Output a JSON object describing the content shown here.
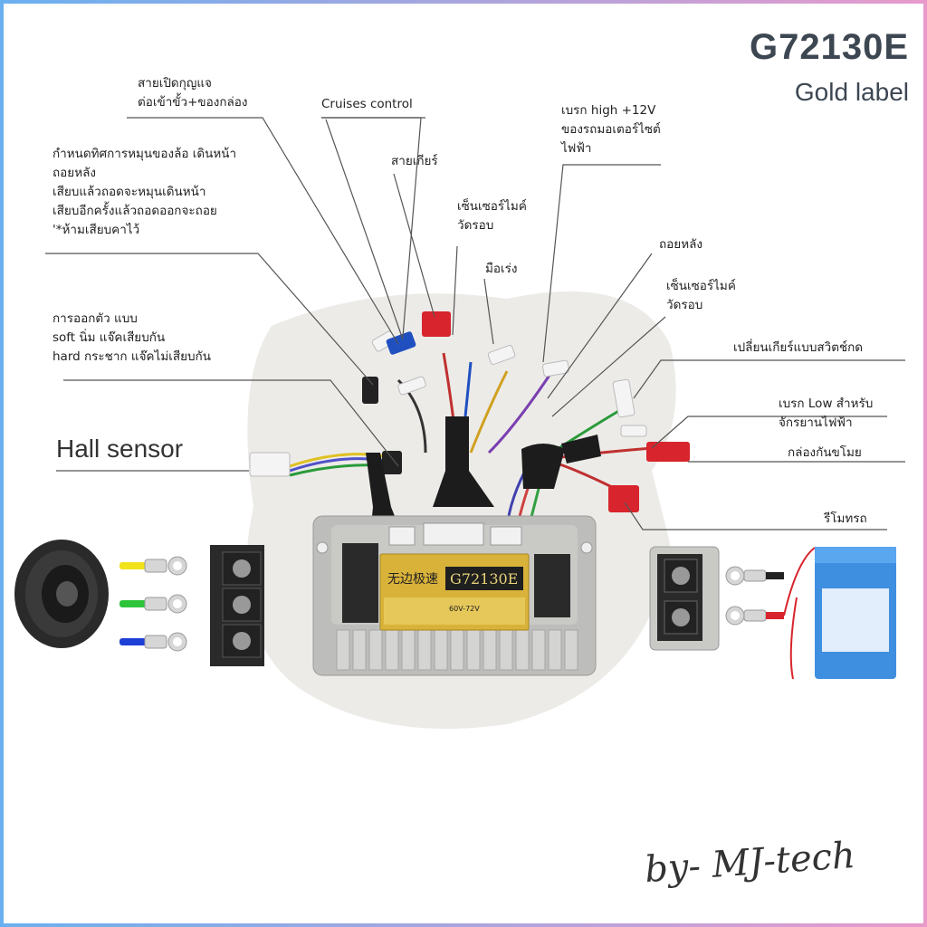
{
  "model": {
    "title": "G72130E",
    "subtitle": "Gold label"
  },
  "labels": {
    "key_switch": [
      "สายเปิดกุญแจ",
      "ต่อเข้าขั้ว+ของกล่อง"
    ],
    "cruise": [
      "Cruises control"
    ],
    "direction": [
      "กำหนดทิศการหมุนของล้อ เดินหน้า",
      "ถอยหลัง",
      "เสียบแล้วถอดจะหมุนเดินหน้า",
      "เสียบอีกครั้งแล้วถอดออกจะถอย",
      "'*ห้ามเสียบคาไว้"
    ],
    "gear_wire": [
      "สายเกียร์"
    ],
    "brake_high": [
      "เบรก high +12V",
      "ของรถมอเตอร์ไซต์",
      "ไฟฟ้า"
    ],
    "speed_sensor_1": [
      "เซ็นเซอร์ไมค์",
      "วัดรอบ"
    ],
    "throttle": [
      "มือเร่ง"
    ],
    "reverse": [
      "ถอยหลัง"
    ],
    "speed_sensor_2": [
      "เซ็นเซอร์ไมค์",
      "วัดรอบ"
    ],
    "start_mode": [
      "การออกตัว แบบ",
      "soft นิ่ม แจ๊คเสียบกัน",
      "hard กระชาก แจ๊คไม่เสียบกัน"
    ],
    "gear_switch": [
      "เปลี่ยนเกียร์แบบสวิตช์กด"
    ],
    "brake_low": [
      "เบรก Low สำหรับ",
      "จักรยานไฟฟ้า"
    ],
    "anti_theft": [
      "กล่องกันขโมย"
    ],
    "remote": [
      "รีโมทรถ"
    ],
    "hall_sensor": "Hall sensor"
  },
  "controller_label": {
    "brand": "无边极速",
    "model": "G72130E",
    "voltage": "60V-72V"
  },
  "colors": {
    "phase_yellow": "#f2e21a",
    "phase_green": "#2ec43a",
    "phase_blue": "#1d3fd6",
    "battery": "#3f8fe0",
    "red_connector": "#d8242c"
  },
  "signature": "by- MJ-tech"
}
